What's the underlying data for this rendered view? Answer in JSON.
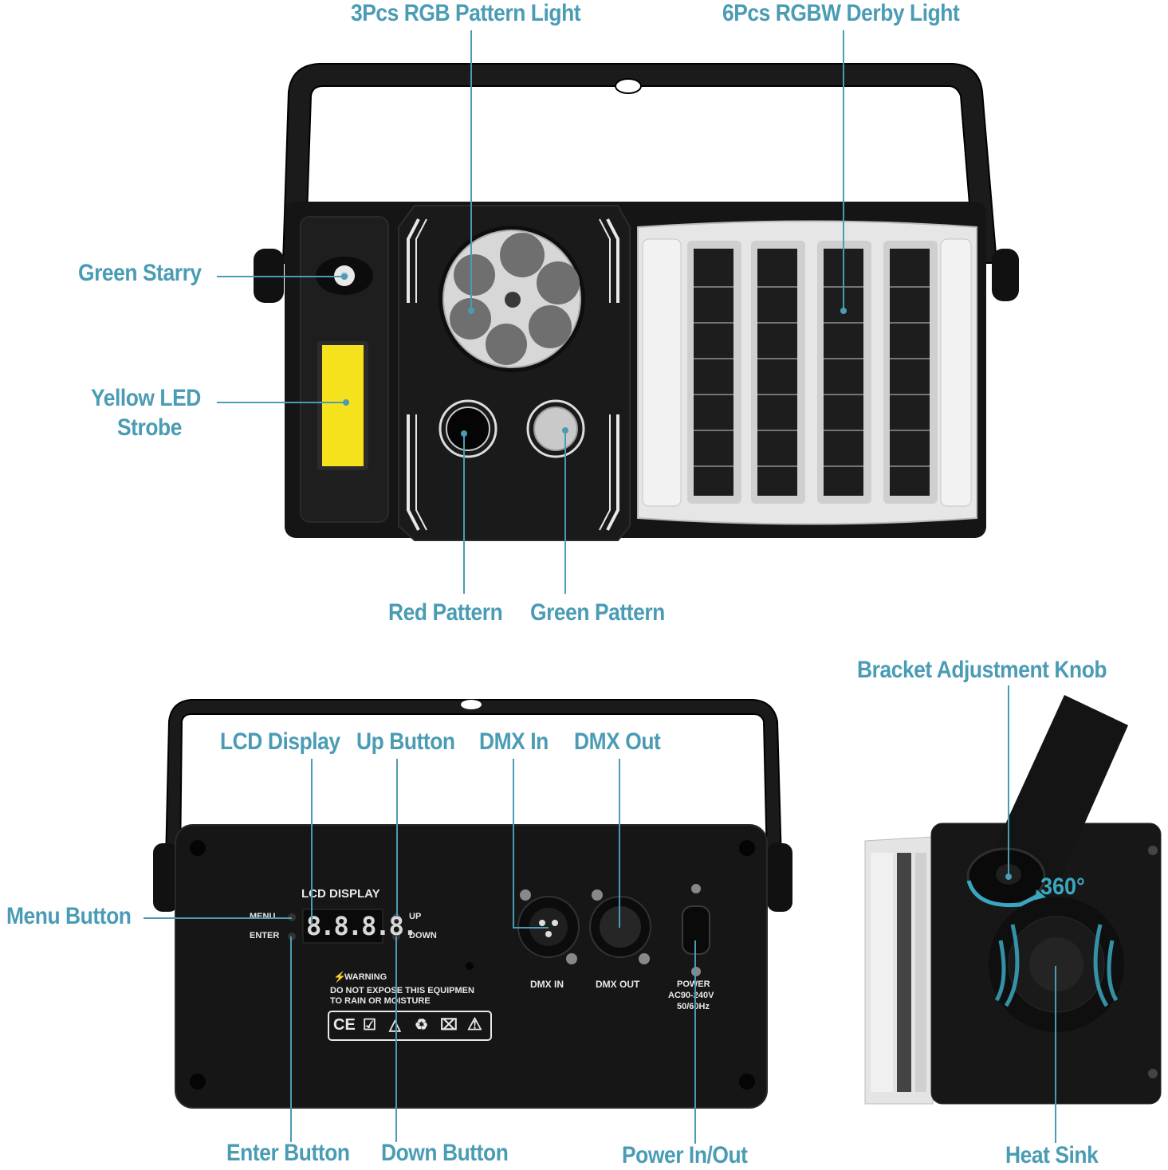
{
  "labels": {
    "rgb_pattern_light": "3Pcs RGB Pattern Light",
    "rgbw_derby_light": "6Pcs RGBW Derby Light",
    "green_starry": "Green Starry",
    "yellow_led_strobe_line1": "Yellow LED",
    "yellow_led_strobe_line2": "Strobe",
    "red_pattern": "Red Pattern",
    "green_pattern": "Green Pattern",
    "bracket_adjustment_knob": "Bracket Adjustment Knob",
    "lcd_display": "LCD Display",
    "up_button": "Up Button",
    "dmx_in": "DMX In",
    "dmx_out": "DMX Out",
    "menu_button": "Menu Button",
    "enter_button": "Enter Button",
    "down_button": "Down Button",
    "power_in_out": "Power In/Out",
    "heat_sink": "Heat Sink"
  },
  "panel": {
    "lcd_display_title": "LCD DISPLAY",
    "menu": "MENU",
    "enter": "ENTER",
    "up": "UP",
    "down": "DOWN",
    "lcd_readout": "8.8.8.8.",
    "warning_title": "WARNING",
    "warning_line1": "DO NOT EXPOSE THIS EQUIPMEN",
    "warning_line2": "TO RAIN OR MOISTURE",
    "dmx_in": "DMX IN",
    "dmx_out": "DMX OUT",
    "power_line1": "POWER",
    "power_line2": "AC90-240V",
    "power_line3": "50/60Hz",
    "cert_ce": "CE"
  },
  "side": {
    "rotation": "360°"
  },
  "colors": {
    "label": "#4a9cb5",
    "body": "#161616",
    "strobe": "#f5e11c",
    "lcd_digits": "#d8d8d8"
  },
  "icons": [
    "ce-mark-icon",
    "rohs-icon",
    "weee-icon",
    "recycle-icon",
    "trash-bin-icon",
    "warning-triangle-icon",
    "lightning-icon"
  ]
}
